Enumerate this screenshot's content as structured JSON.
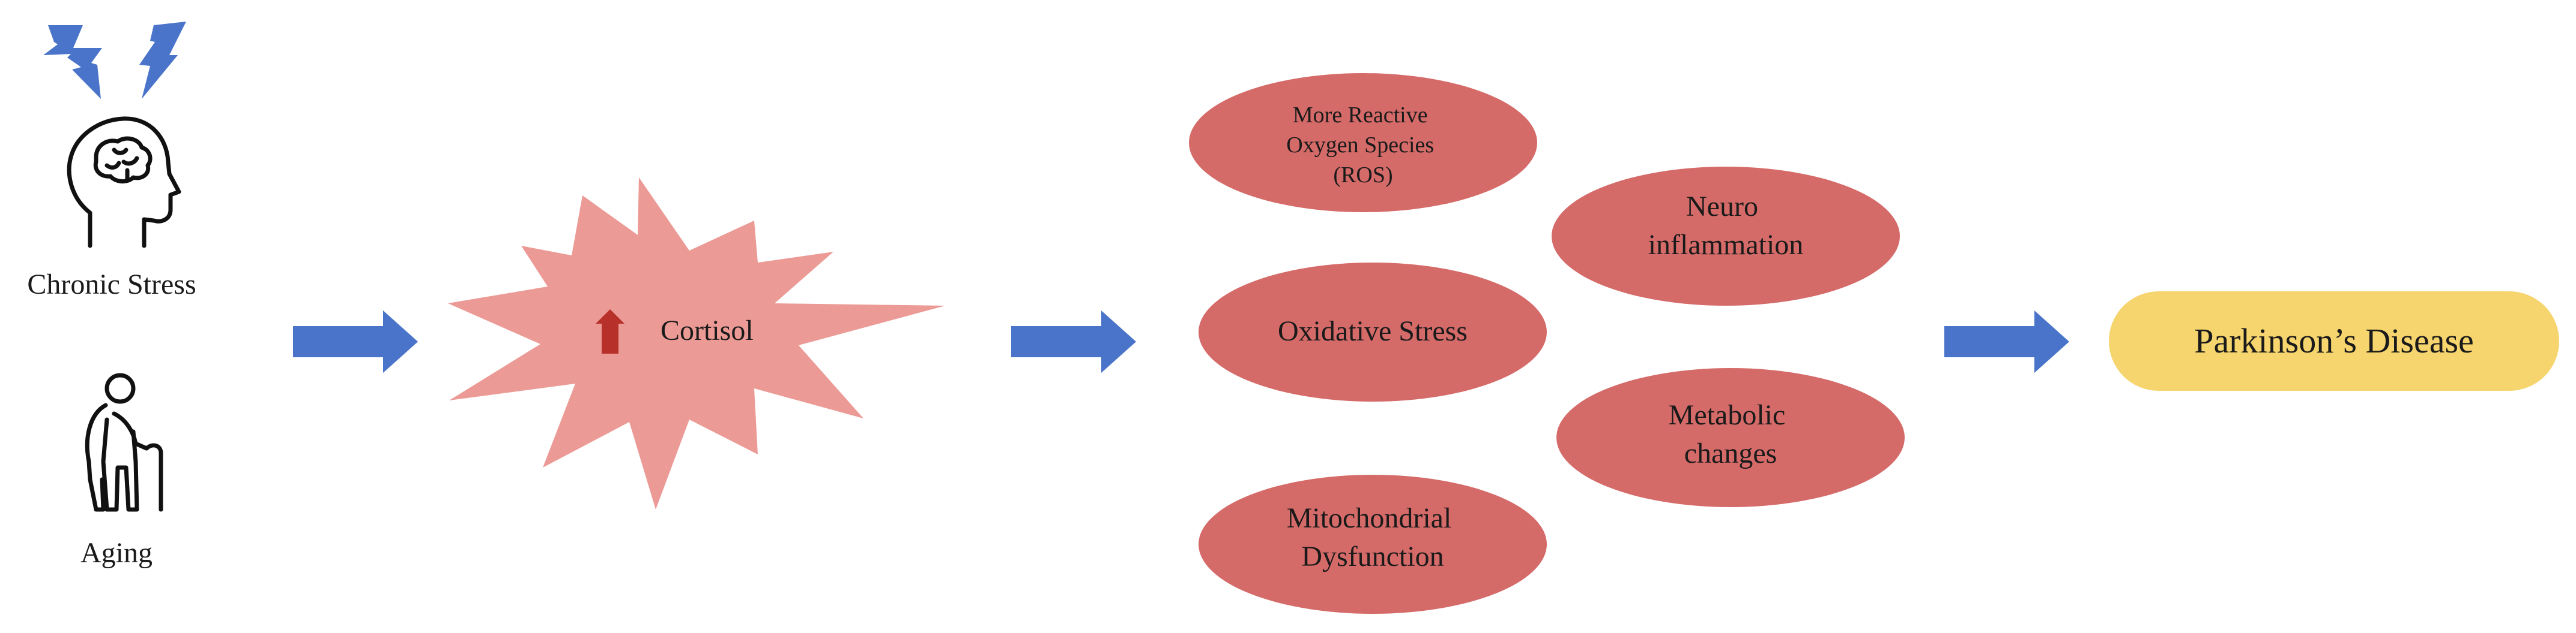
{
  "inputs": {
    "chronic_stress_label": "Chronic Stress",
    "aging_label": "Aging",
    "lightning_icon": "lightning-bolt",
    "head_icon": "head-brain-profile",
    "elderly_icon": "elderly-person-with-cane"
  },
  "cortisol": {
    "label": "Cortisol",
    "indicator": "up-arrow",
    "burst_color": "#ec9a95",
    "indicator_color": "#b8302a"
  },
  "effects": {
    "ros_lines": [
      "More Reactive",
      "Oxygen Species",
      "(ROS)"
    ],
    "neuro_lines": [
      "Neuro",
      "inflammation"
    ],
    "oxidative": "Oxidative Stress",
    "metabolic_lines": [
      "Metabolic",
      "changes"
    ],
    "mito_lines": [
      "Mitochondrial",
      "Dysfunction"
    ],
    "ellipse_color": "#d56b69"
  },
  "outcome": {
    "label": "Parkinson’s Disease",
    "color": "#f6d46e"
  },
  "arrow_color": "#4a74c9",
  "icon_color": "#4a74c9"
}
